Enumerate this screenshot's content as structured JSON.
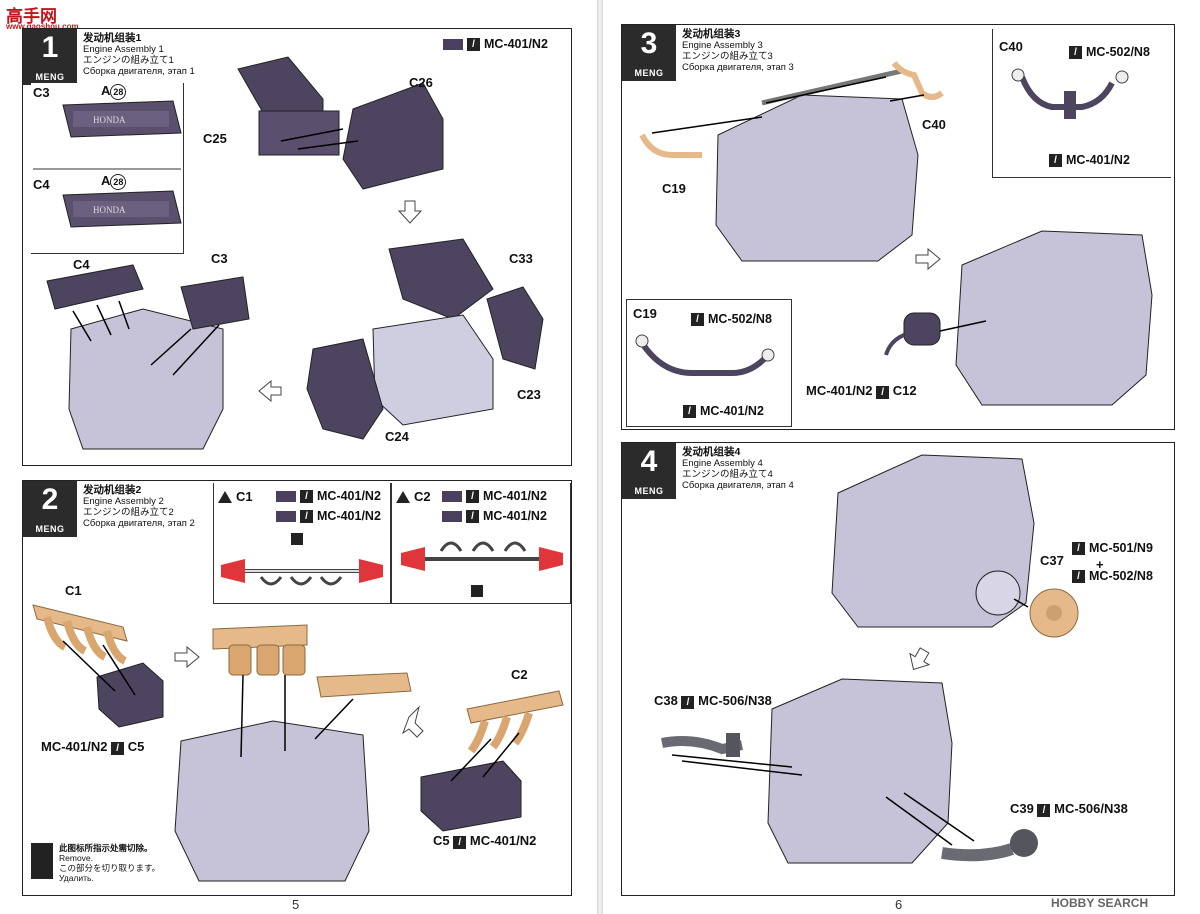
{
  "header": {
    "site_logo": "高手网",
    "site_url": "www.gaoshou.com"
  },
  "brand": "MENG",
  "steps": [
    {
      "num": "1",
      "zh": "发动机组装1",
      "en": "Engine Assembly 1",
      "ja": "エンジンの組み立て1",
      "ru": "Сборка двигателя, этап 1",
      "paint": "MC-401/N2",
      "labels": {
        "c3": "C3",
        "c4": "C4",
        "c25": "C25",
        "c26": "C26",
        "c33": "C33",
        "c23": "C23",
        "c24": "C24",
        "a": "A",
        "a_num": "28",
        "c3b": "C3",
        "c4b": "C4"
      }
    },
    {
      "num": "2",
      "zh": "发动机组装2",
      "en": "Engine Assembly 2",
      "ja": "エンジンの組み立て2",
      "ru": "Сборка двигателя, этап 2",
      "c1_warn": "C1",
      "c2_warn": "C2",
      "paint_a": "MC-401/N2",
      "paint_b": "MC-401/N2",
      "paint_c": "MC-401/N2",
      "paint_d": "MC-401/N2",
      "labels": {
        "c1": "C1",
        "c2": "C2",
        "c5a": "C5",
        "c5b": "C5"
      },
      "c5a_paint": "MC-401/N2",
      "c5b_paint": "MC-401/N2",
      "remove_zh": "此图标所指示处需切除。",
      "remove_en": "Remove.",
      "remove_ja": "この部分を切り取ります。",
      "remove_ru": "Удалить."
    },
    {
      "num": "3",
      "zh": "发动机组装3",
      "en": "Engine Assembly 3",
      "ja": "エンジンの組み立て3",
      "ru": "Сборка двигателя, этап 3",
      "labels": {
        "c40": "C40",
        "c19": "C19",
        "c12": "C12",
        "c40box": "C40",
        "c19box": "C19"
      },
      "c40_paint_a": "MC-502/N8",
      "c40_paint_b": "MC-401/N2",
      "c19_paint_a": "MC-502/N8",
      "c19_paint_b": "MC-401/N2",
      "c12_paint": "MC-401/N2"
    },
    {
      "num": "4",
      "zh": "发动机组装4",
      "en": "Engine Assembly 4",
      "ja": "エンジンの組み立て4",
      "ru": "Сборка двигателя, этап 4",
      "labels": {
        "c37": "C37",
        "c38": "C38",
        "c39": "C39",
        "plus": "+"
      },
      "c37_paint_a": "MC-501/N9",
      "c37_paint_b": "MC-502/N8",
      "c38_paint": "MC-506/N38",
      "c39_paint": "MC-506/N38"
    }
  ],
  "engine_text": "HONDA",
  "page_numbers": {
    "left": "5",
    "right": "6"
  },
  "watermark": "HOBBY SEARCH",
  "colors": {
    "engine": "#b7b4cc",
    "engine_dark": "#4d4560",
    "part_tan": "#e6b98a",
    "remove_red": "#e0363b"
  }
}
